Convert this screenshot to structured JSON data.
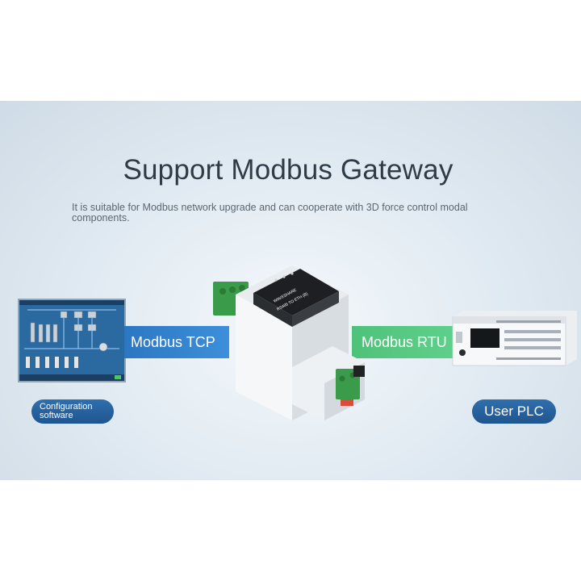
{
  "banner": {
    "title": "Support Modbus Gateway",
    "subtitle": "It is suitable for Modbus network upgrade and can cooperate with 3D force control modal components."
  },
  "left_band": {
    "label": "Modbus TCP",
    "color": "#2c77c2"
  },
  "right_band": {
    "label": "Modbus RTU",
    "color": "#4fc27a"
  },
  "config_pill": {
    "label_line1": "Configuration",
    "label_line2": "software"
  },
  "plc_pill": {
    "label": "User PLC"
  },
  "device": {
    "brand": "WAVESHARE",
    "model": "RS485 TO ETH (B)"
  },
  "colors": {
    "pill": "#1f5590",
    "title": "#2f3b47"
  }
}
